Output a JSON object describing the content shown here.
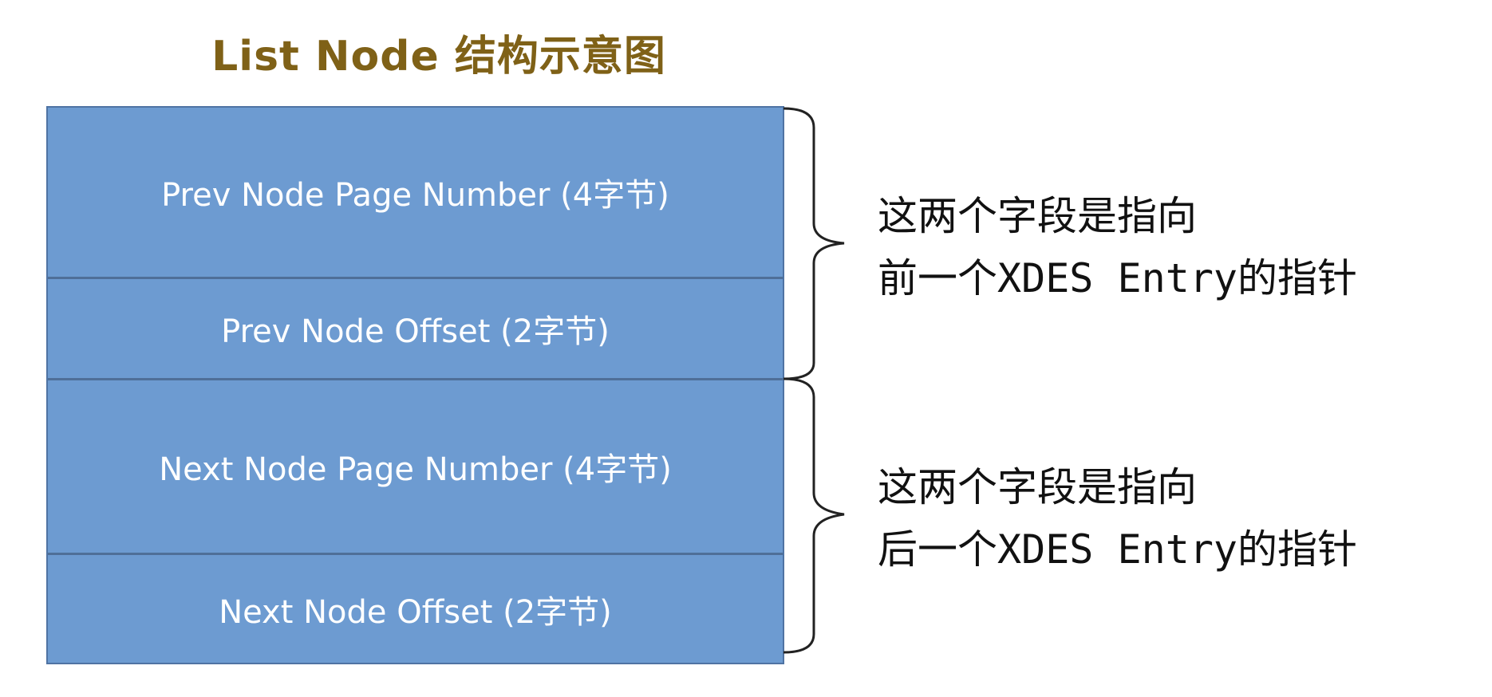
{
  "title": "List Node 结构示意图",
  "fields": [
    {
      "label": "Prev Node Page Number (4字节)"
    },
    {
      "label": "Prev Node Offset (2字节)"
    },
    {
      "label": "Next Node Page Number (4字节)"
    },
    {
      "label": "Next Node Offset (2字节)"
    }
  ],
  "annotations": [
    {
      "line1": "这两个字段是指向",
      "line2": "前一个XDES Entry的指针"
    },
    {
      "line1": "这两个字段是指向",
      "line2": "后一个XDES Entry的指针"
    }
  ],
  "colors": {
    "title": "#7f6117",
    "field_fill": "#6d9bd1",
    "field_border": "#4f6f98",
    "field_text": "#ffffff",
    "brace": "#222222"
  }
}
